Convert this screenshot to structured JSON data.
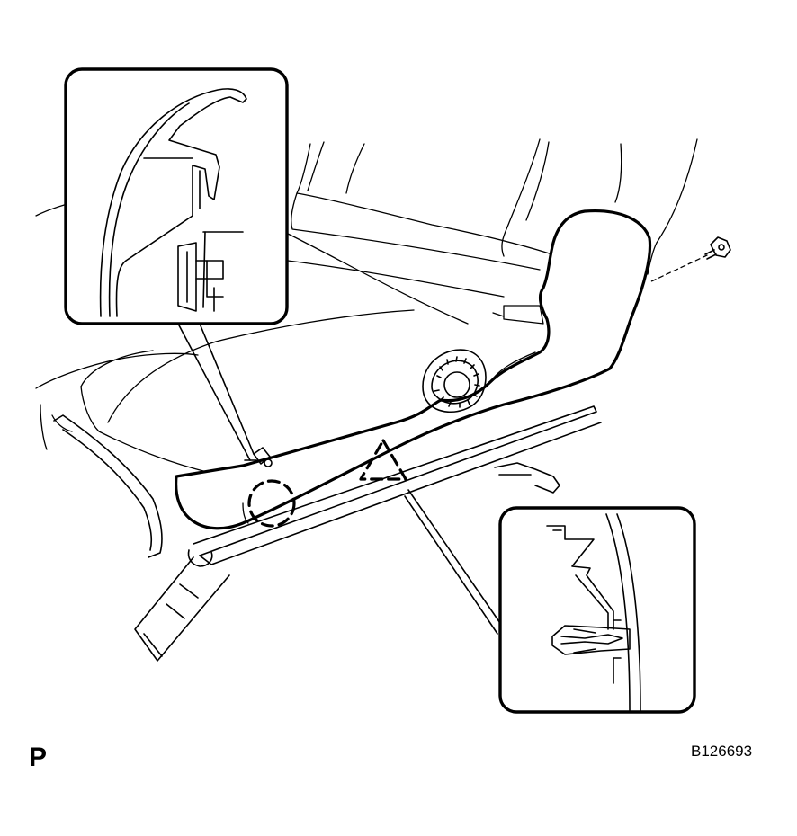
{
  "labels": {
    "view_letter": "P",
    "figure_code": "B126693"
  },
  "markers": {
    "circle": "dashed-circle-marker",
    "triangle": "dashed-triangle-marker"
  },
  "colors": {
    "line": "#000000",
    "background": "#ffffff"
  }
}
